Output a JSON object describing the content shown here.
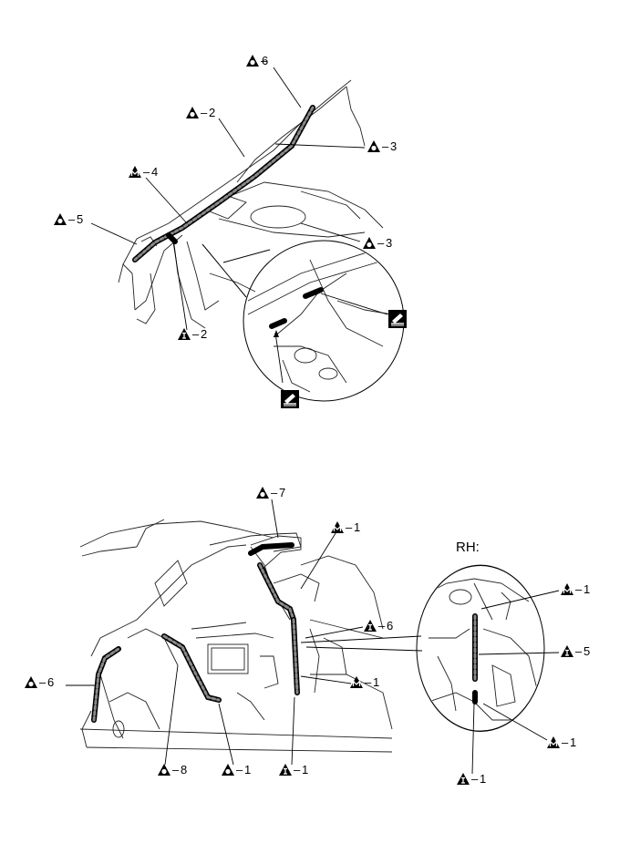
{
  "top_view": {
    "callouts": [
      {
        "id": "t-o6",
        "symbol": "O",
        "number": "6"
      },
      {
        "id": "t-o2",
        "symbol": "O",
        "number": "2"
      },
      {
        "id": "t-o3a",
        "symbol": "O",
        "number": "3"
      },
      {
        "id": "t-m4",
        "symbol": "M",
        "number": "4"
      },
      {
        "id": "t-o5",
        "symbol": "O",
        "number": "5"
      },
      {
        "id": "t-o3b",
        "symbol": "O",
        "number": "3"
      },
      {
        "id": "t-i2",
        "symbol": "I",
        "number": "2"
      }
    ],
    "detail_icons": [
      "brush-icon",
      "brush-icon"
    ]
  },
  "bottom_view": {
    "rh_label": "RH:",
    "callouts": [
      {
        "id": "b-o7",
        "symbol": "O",
        "number": "7"
      },
      {
        "id": "b-m1a",
        "symbol": "M",
        "number": "1"
      },
      {
        "id": "b-i6",
        "symbol": "I",
        "number": "6"
      },
      {
        "id": "b-o6",
        "symbol": "O",
        "number": "6"
      },
      {
        "id": "b-m1b",
        "symbol": "M",
        "number": "1"
      },
      {
        "id": "b-o8",
        "symbol": "O",
        "number": "8"
      },
      {
        "id": "b-o1",
        "symbol": "O",
        "number": "1"
      },
      {
        "id": "b-i1",
        "symbol": "I",
        "number": "1"
      }
    ],
    "rh_callouts": [
      {
        "id": "r-m1a",
        "symbol": "M",
        "number": "1"
      },
      {
        "id": "r-i5",
        "symbol": "I",
        "number": "5"
      },
      {
        "id": "r-m1b",
        "symbol": "M",
        "number": "1"
      },
      {
        "id": "r-i1",
        "symbol": "I",
        "number": "1"
      }
    ]
  }
}
